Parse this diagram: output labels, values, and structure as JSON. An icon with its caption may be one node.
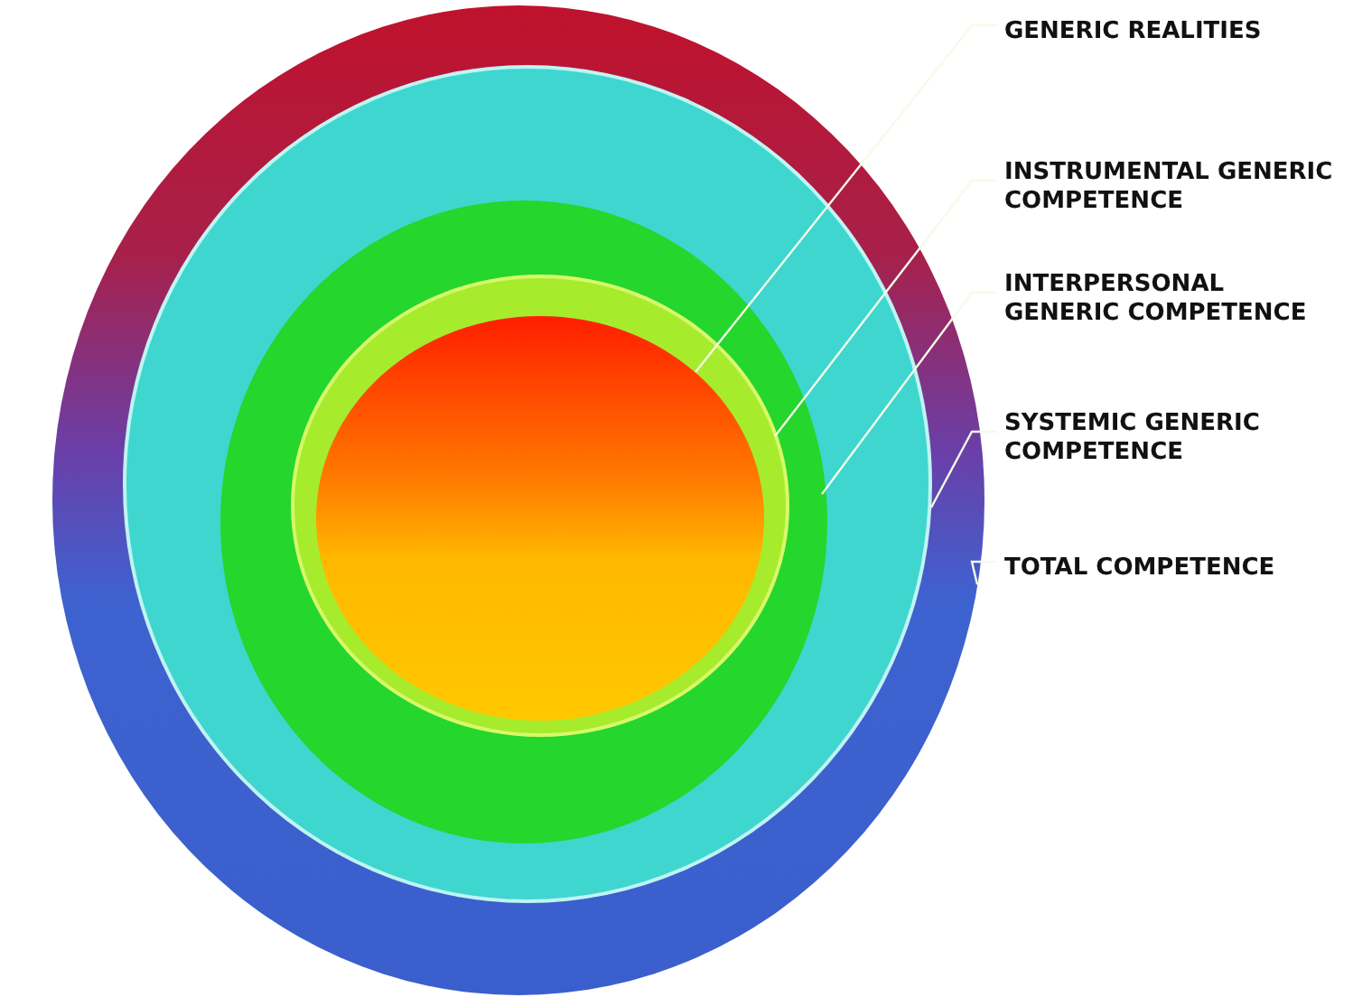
{
  "diagram": {
    "nodes": [
      {
        "text": [],
        "shape": "circle"
      },
      {
        "text": [],
        "shape": "circle",
        "in": 0
      },
      {
        "text": [],
        "shape": "circle",
        "in": 1
      },
      {
        "text": [],
        "shape": "circle",
        "in": 2
      },
      {
        "text": [],
        "shape": "circle",
        "in": 3
      },
      {
        "text": [
          "GENERIC REALITIES"
        ]
      },
      {
        "text": [
          "INSTRUMENTAL GENERIC COMPETENCE"
        ]
      },
      {
        "text": [
          "INTERPERSONAL GENERIC COMPETENCE"
        ]
      },
      {
        "text": [
          "SYSTEMIC GENERIC COMPETENCE"
        ]
      },
      {
        "text": [
          "TOTAL COMPETENCE"
        ]
      }
    ],
    "edges": [
      {
        "from": 5,
        "to": 4,
        "arrow": "none"
      },
      {
        "from": 6,
        "to": 3,
        "arrow": "none"
      },
      {
        "from": 7,
        "to": 2,
        "arrow": "none"
      },
      {
        "from": 8,
        "to": 1,
        "arrow": "none"
      },
      {
        "from": 9,
        "to": 0,
        "arrow": "none"
      }
    ]
  }
}
